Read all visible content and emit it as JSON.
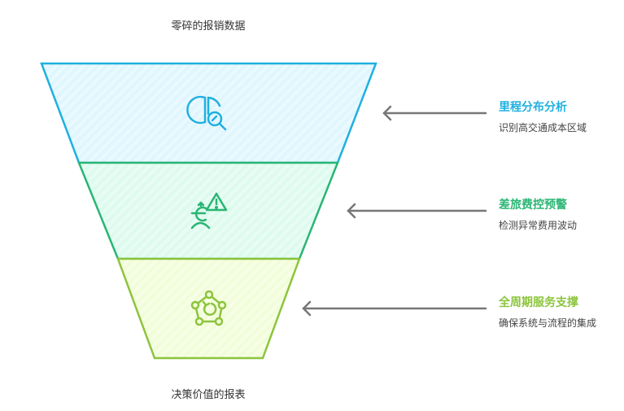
{
  "top_label": "零碎的报销数据",
  "bottom_label": "决策价值的报表",
  "stages": [
    {
      "title": "里程分布分析",
      "desc": "识别高交通成本区域",
      "color": "#1fb0e0",
      "fill": "#dff6fe",
      "icon": "pie-chart-search-icon"
    },
    {
      "title": "差旅费控预警",
      "desc": "检测异常费用波动",
      "color": "#2ab574",
      "fill": "#dcfbee",
      "icon": "euro-person-warning-icon"
    },
    {
      "title": "全周期服务支撑",
      "desc": "确保系统与流程的集成",
      "color": "#8cc43c",
      "fill": "#f1fdd8",
      "icon": "cycle-network-icon"
    }
  ],
  "arrow_color": "#777777"
}
